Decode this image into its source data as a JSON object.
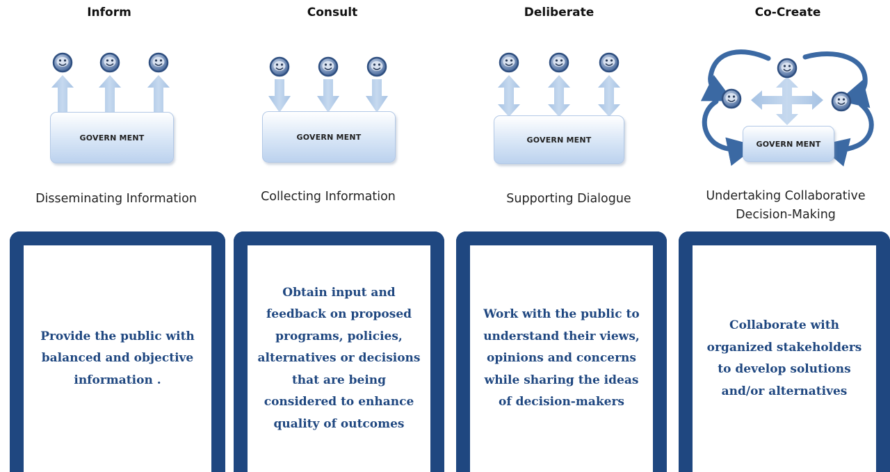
{
  "columns": [
    {
      "title": "Inform",
      "government_label": "GOVERN MENT",
      "subtitle": "Disseminating Information",
      "description": "Provide the public with balanced and objective information ."
    },
    {
      "title": "Consult",
      "government_label": "GOVERN MENT",
      "subtitle": "Collecting Information",
      "description": "Obtain input and feedback on proposed programs, policies, alternatives or decisions that are being considered to enhance quality of outcomes"
    },
    {
      "title": "Deliberate",
      "government_label": "GOVERN MENT",
      "subtitle": "Supporting Dialogue",
      "description": "Work with the public to understand their views, opinions and concerns while sharing the ideas of decision-makers"
    },
    {
      "title": "Co-Create",
      "government_label": "GOVERN MENT",
      "subtitle": "Undertaking Collaborative Decision-Making",
      "description": "Collaborate with organized stakeholders to develop solutions and/or alternatives"
    }
  ],
  "colors": {
    "card_border": "#1f4780",
    "card_text": "#1f4780",
    "arrow": "#b4cde8",
    "face": "#6b86b0",
    "cycle_arrow": "#3b69a3"
  },
  "icons": [
    "smiley-face-icon",
    "arrow-up-icon",
    "arrow-down-icon",
    "double-arrow-icon",
    "cycle-arrow-icon"
  ]
}
